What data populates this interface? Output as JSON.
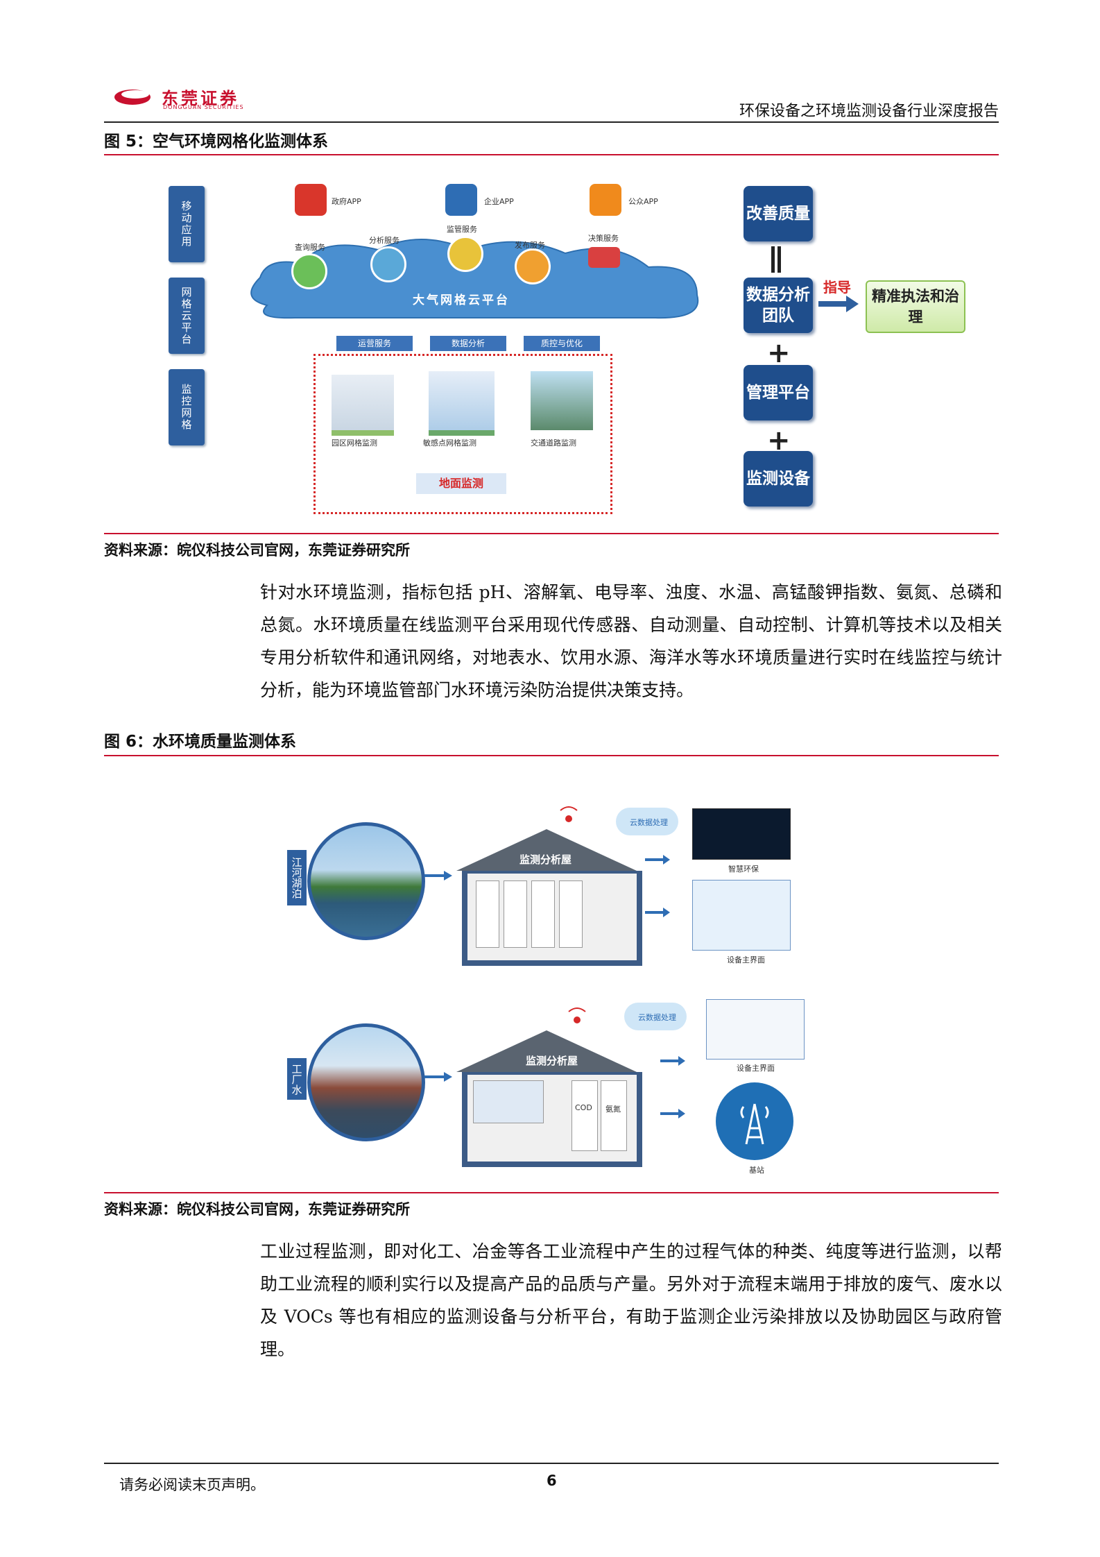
{
  "header": {
    "logo_cn": "东莞证券",
    "logo_en": "DONGGUAN SECURITIES",
    "report_title": "环保设备之环境监测设备行业深度报告"
  },
  "figure5": {
    "title": "图 5：空气环境网格化监测体系",
    "left_labels": [
      "移动应用",
      "网格云平台",
      "监控网格"
    ],
    "apps": [
      "政府APP",
      "企业APP",
      "公众APP"
    ],
    "services": [
      "查询服务",
      "分析服务",
      "监管服务",
      "发布服务",
      "决策服务"
    ],
    "cloud_label": "大气网格云平台",
    "platform_services": [
      "运营服务",
      "数据分析",
      "质控与优化"
    ],
    "ground_items": [
      "园区网格监测",
      "敏感点网格监测",
      "交通道路监测"
    ],
    "ground_label": "地面监测",
    "right_boxes": [
      "改善质量",
      "数据分析团队",
      "管理平台",
      "监测设备"
    ],
    "guide_label": "指导",
    "result_box": "精准执法和治理",
    "source": "资料来源：皖仪科技公司官网，东莞证券研究所"
  },
  "paragraph1": "针对水环境监测，指标包括 pH、溶解氧、电导率、浊度、水温、高锰酸钾指数、氨氮、总磷和总氮。水环境质量在线监测平台采用现代传感器、自动测量、自动控制、计算机等技术以及相关专用分析软件和通讯网络，对地表水、饮用水源、海洋水等水环境质量进行实时在线监控与统计分析，能为环境监管部门水环境污染防治提供决策支持。",
  "figure6": {
    "title": "图 6：水环境质量监测体系",
    "top": {
      "side_label": "江河湖泊",
      "house_title": "监测分析屋",
      "cloud": "云数据处理",
      "out1": "智慧环保",
      "out2": "设备主界面"
    },
    "bottom": {
      "side_label": "工厂水",
      "house_title": "监测分析屋",
      "cloud": "云数据处理",
      "out1": "设备主界面",
      "out2": "基站",
      "cabinet_labels": [
        "COD",
        "氨氮"
      ]
    },
    "source": "资料来源：皖仪科技公司官网，东莞证券研究所"
  },
  "paragraph2": "工业过程监测，即对化工、冶金等各工业流程中产生的过程气体的种类、纯度等进行监测，以帮助工业流程的顺利实行以及提高产品的品质与产量。另外对于流程末端用于排放的废气、废水以及 VOCs 等也有相应的监测设备与分析平台，有助于监测企业污染排放以及协助园区与政府管理。",
  "footer": {
    "notice": "请务必阅读末页声明。",
    "page_number": "6"
  },
  "colors": {
    "accent_red": "#c8102e",
    "brand_blue": "#1f4e8c"
  }
}
